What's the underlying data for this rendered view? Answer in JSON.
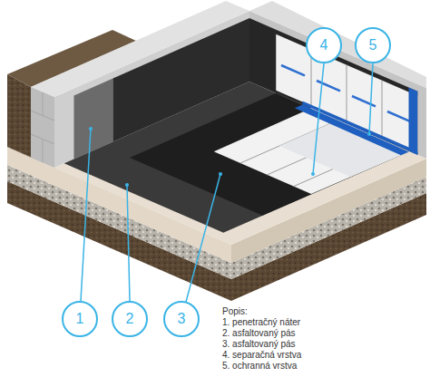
{
  "diagram": {
    "nodes": [
      {
        "text": [
          "4"
        ]
      },
      {
        "text": [
          "5"
        ]
      },
      {
        "text": [
          "1"
        ]
      },
      {
        "text": [
          "2"
        ]
      },
      {
        "text": [
          "3"
        ]
      }
    ],
    "labels": [
      "Popis:",
      "1. penetračný náter",
      "2. asfaltovaný pás",
      "3. asfaltovaný pás",
      "4. separačná vrstva",
      "5. ochranná vrstva"
    ]
  }
}
